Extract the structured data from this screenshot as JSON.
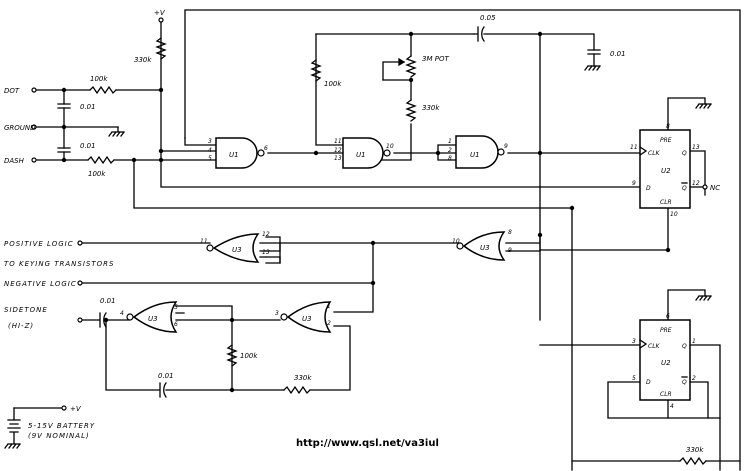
{
  "supply_top": "+V",
  "inputs": {
    "dot": "DOT",
    "ground": "GROUND",
    "dash": "DASH"
  },
  "outputs": {
    "positive_logic": "POSITIVE LOGIC",
    "to_keying": "TO KEYING TRANSISTORS",
    "negative_logic": "NEGATIVE LOGIC",
    "sidetone": "SIDETONE",
    "sidetone_z": "(HI-Z)"
  },
  "components": {
    "r_330k_top": "330k",
    "r_100k_dot": "100k",
    "r_100k_dash": "100k",
    "c_001_a": "0.01",
    "c_001_b": "0.01",
    "r_100k_mid": "100k",
    "pot": "3M POT",
    "r_330k_pot": "330k",
    "c_005": "0.05",
    "c_001_right": "0.01",
    "c_001_side": "0.01",
    "r_100k_osc": "100k",
    "c_001_osc": "0.01",
    "r_330k_osc": "330k",
    "r_330k_bottom": "330k"
  },
  "gates": {
    "u1a": {
      "name": "U1",
      "pins": [
        "3",
        "4",
        "5",
        "6"
      ]
    },
    "u1b": {
      "name": "U1",
      "pins": [
        "11",
        "12",
        "13",
        "10"
      ]
    },
    "u1c": {
      "name": "U1",
      "pins": [
        "1",
        "2",
        "8",
        "9"
      ]
    },
    "u3a": {
      "name": "U3",
      "pins": [
        "11",
        "12",
        "13"
      ]
    },
    "u3b": {
      "name": "U3",
      "pins": [
        "10",
        "8",
        "9"
      ]
    },
    "u3c": {
      "name": "U3",
      "pins": [
        "4",
        "5",
        "6"
      ]
    },
    "u3d": {
      "name": "U3",
      "pins": [
        "3",
        "1",
        "2"
      ]
    }
  },
  "flipflops": {
    "u2_top": {
      "name": "U2",
      "pre": "PRE",
      "clr": "CLR",
      "clk": "CLK",
      "d": "D",
      "q": "Q",
      "qbar": "Q",
      "pins": {
        "pre": "8",
        "clk": "11",
        "d": "9",
        "q": "13",
        "qbar": "12",
        "clr": "10"
      },
      "nc": "NC"
    },
    "u2_bottom": {
      "name": "U2",
      "pre": "PRE",
      "clr": "CLR",
      "clk": "CLK",
      "d": "D",
      "q": "Q",
      "qbar": "Q",
      "pins": {
        "pre": "6",
        "clk": "3",
        "d": "5",
        "q": "1",
        "qbar": "2",
        "clr": "4"
      }
    }
  },
  "battery": {
    "supply": "+V",
    "line1": "5-15V BATTERY",
    "line2": "(9V NOMINAL)"
  },
  "footer_url": "http://www.qsl.net/va3iul"
}
